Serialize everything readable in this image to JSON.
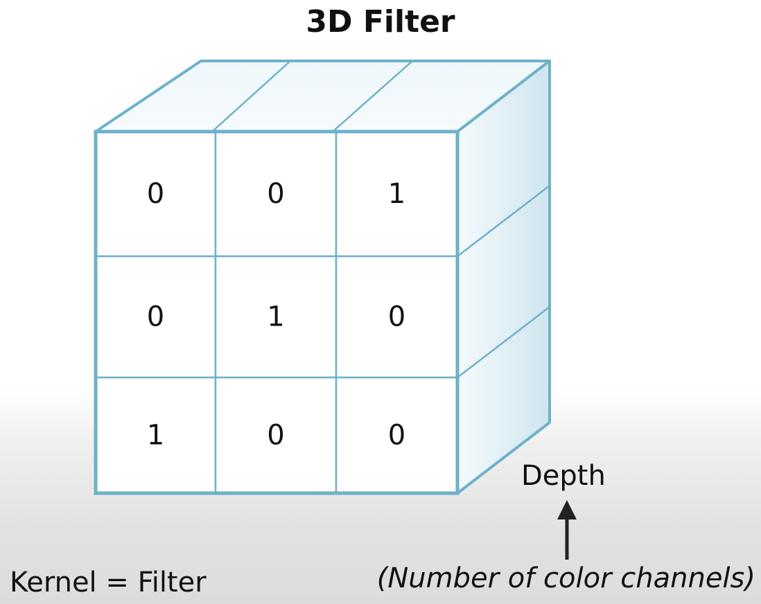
{
  "title": "3D Filter",
  "kernel": {
    "rows": [
      [
        "0",
        "0",
        "1"
      ],
      [
        "0",
        "1",
        "0"
      ],
      [
        "1",
        "0",
        "0"
      ]
    ]
  },
  "labels": {
    "depth": "Depth",
    "channels": "(Number of color channels)",
    "kernel_eq": "Kernel = Filter"
  },
  "colors": {
    "edge": "#6eb1c9",
    "side_light": "#f4fafc",
    "side_dark": "#cfe5ef",
    "top": "#eef7fa",
    "text": "#111111",
    "arrow": "#222222"
  }
}
